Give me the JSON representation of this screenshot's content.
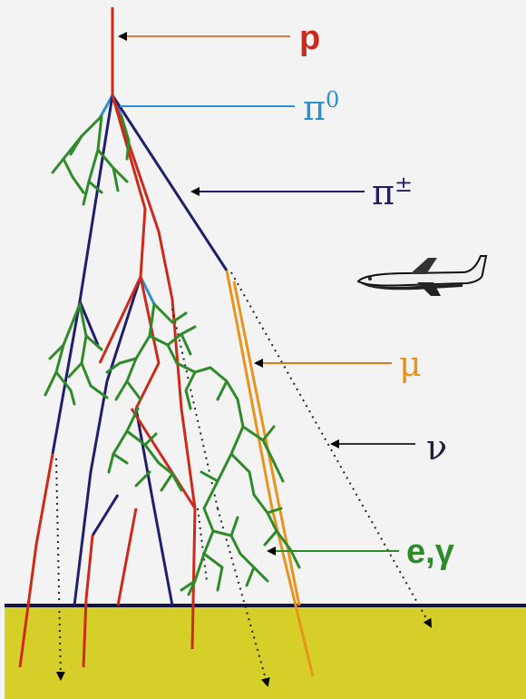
{
  "diagram": {
    "labels": {
      "proton": "p",
      "neutral_pion": "π0",
      "charged_pion": "π±",
      "muon": "μ",
      "neutrino": "ν",
      "electromagnetic": "e,γ"
    },
    "colors": {
      "background": "#f3f3f3",
      "ground": "#d6cf2a",
      "ground_line": "#111144",
      "proton": "#cc2a1a",
      "neutral_pion": "#2c8fd0",
      "charged_pion": "#1f1f6e",
      "muon": "#e8941c",
      "neutrino": "#222222",
      "electromagnetic": "#2f8a2a",
      "hadron_red": "#cc2a1a"
    },
    "icons": {
      "airplane": "airplane-icon"
    }
  }
}
